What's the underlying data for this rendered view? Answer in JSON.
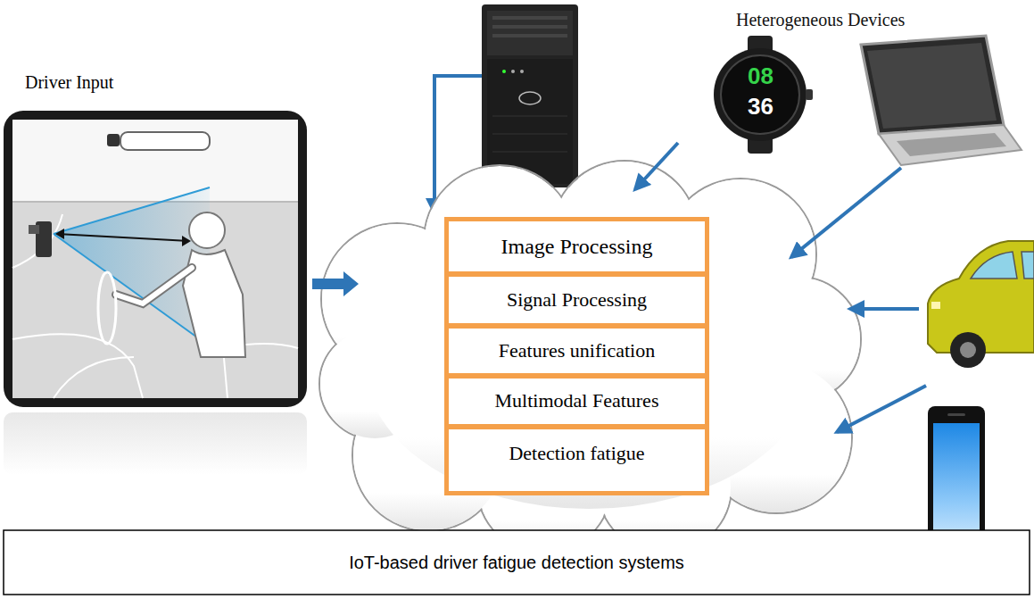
{
  "diagram": {
    "nodes": [
      {
        "text": [
          "Driver Input"
        ]
      },
      {
        "text": [
          "Image Processing"
        ]
      },
      {
        "text": [
          "Signal Processing"
        ]
      },
      {
        "text": [
          "Features unification"
        ]
      },
      {
        "text": [
          "Multimodal Features"
        ]
      },
      {
        "text": [
          "Detection fatigue"
        ]
      },
      {
        "text": [
          "IoT-based driver fatigue detection systems"
        ]
      }
    ],
    "labels": [
      "Heterogeneous Devices",
      "08",
      "36"
    ]
  }
}
